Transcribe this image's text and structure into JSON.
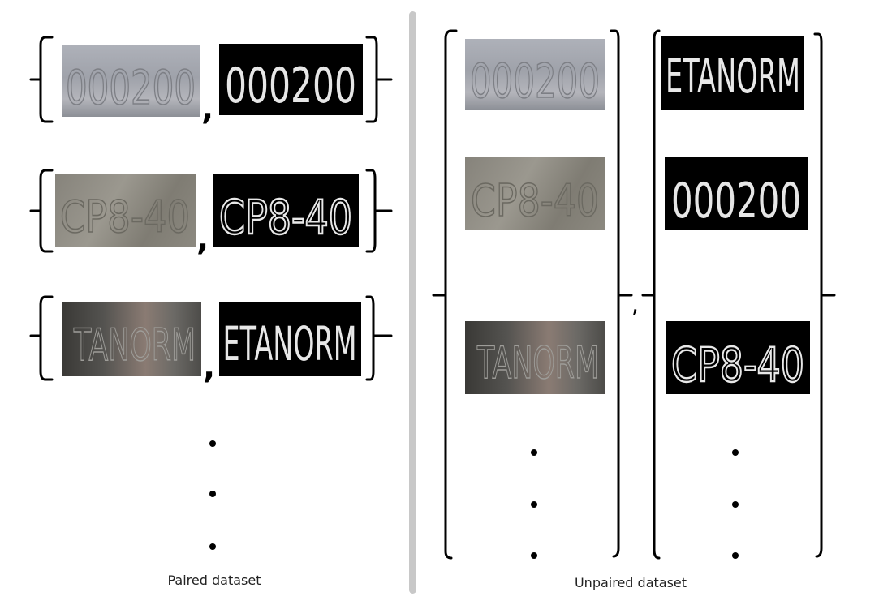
{
  "paired": {
    "caption": "Paired dataset",
    "pairs": [
      {
        "source_text": "000200",
        "target_text": "000200",
        "separator": ","
      },
      {
        "source_text": "CP8-40",
        "target_text": "CP8-40",
        "separator": ","
      },
      {
        "source_text": "TANORM",
        "target_text": "ETANORM",
        "separator": ","
      }
    ]
  },
  "unpaired": {
    "caption": "Unpaired dataset",
    "separator": ",",
    "source_column": [
      "000200",
      "CP8-40",
      "TANORM"
    ],
    "target_column": [
      "ETANORM",
      "000200",
      "CP8-40"
    ]
  },
  "colors": {
    "divider": "#c8c8c8",
    "target_background": "#000000",
    "target_text": "#e8e8e8",
    "source_text": "#7d7f85"
  }
}
